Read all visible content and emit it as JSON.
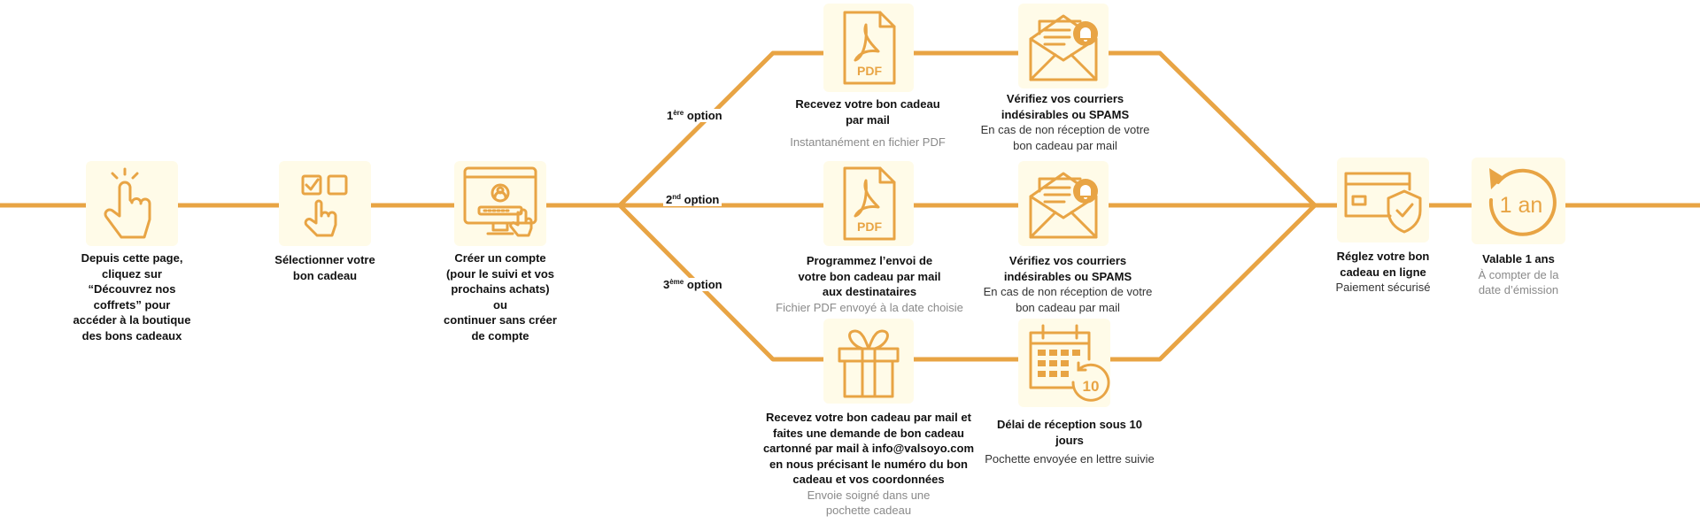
{
  "colors": {
    "accent": "#e8a444",
    "tile_bg": "#fffbe8",
    "text": "#111111",
    "muted": "#8a8a8a"
  },
  "options": [
    {
      "num": "1",
      "sup": "ère",
      "word": "option"
    },
    {
      "num": "2",
      "sup": "nd",
      "word": "option"
    },
    {
      "num": "3",
      "sup": "ème",
      "word": "option"
    }
  ],
  "steps": [
    {
      "icon": "pointing-hand-icon",
      "lines": [
        "Depuis cette page,",
        "cliquez sur",
        "“Découvrez nos",
        "coffrets” pour",
        "accéder à la boutique",
        "des bons cadeaux"
      ]
    },
    {
      "icon": "select-checkbox-icon",
      "lines": [
        "Sélectionner votre",
        "bon cadeau"
      ]
    },
    {
      "icon": "create-account-icon",
      "lines": [
        "Créer un compte",
        "(pour le suivi et vos",
        "prochains achats)",
        "ou",
        "continuer sans créer",
        "de compte"
      ]
    }
  ],
  "branch1": {
    "step1": {
      "icon": "pdf-file-icon",
      "pdf_label": "PDF",
      "lines": [
        "Recevez votre bon cadeau",
        "par mail"
      ],
      "sub": "Instantanément en fichier PDF"
    },
    "step2": {
      "icon": "mail-notification-icon",
      "lines": [
        "Vérifiez vos courriers",
        "indésirables ou SPAMS"
      ],
      "sub_lines": [
        "En cas de non réception de votre",
        "bon cadeau par mail"
      ]
    }
  },
  "branch2": {
    "step1": {
      "icon": "pdf-file-icon",
      "pdf_label": "PDF",
      "lines": [
        "Programmez l’envoi de",
        "votre bon cadeau par mail",
        "aux destinataires"
      ],
      "sub": "Fichier PDF envoyé à la date choisie"
    },
    "step2": {
      "icon": "mail-notification-icon",
      "lines": [
        "Vérifiez vos courriers",
        "indésirables ou SPAMS"
      ],
      "sub_lines": [
        "En cas de non réception de votre",
        "bon cadeau par mail"
      ]
    }
  },
  "branch3": {
    "step1": {
      "icon": "gift-box-icon",
      "lines": [
        "Recevez votre bon cadeau par mail et",
        "faites une demande de bon cadeau",
        "cartonné par mail à info@valsoyo.com",
        "en nous précisant le numéro du bon",
        "cadeau et vos coordonnées"
      ],
      "sub_lines": [
        "Envoie soigné dans une",
        "pochette cadeau"
      ]
    },
    "step2": {
      "icon": "calendar-icon",
      "calendar_number": "10",
      "lines": [
        "Délai de réception sous 10",
        "jours"
      ],
      "sub": "Pochette envoyée en lettre suivie"
    }
  },
  "payment": {
    "icon": "secure-card-icon",
    "lines": [
      "Réglez votre bon",
      "cadeau en ligne"
    ],
    "sub": "Paiement sécurisé"
  },
  "validity": {
    "icon": "one-year-icon",
    "icon_text": "1 an",
    "title": "Valable 1 ans",
    "sub_lines": [
      "À compter de la",
      "date d’émission"
    ]
  }
}
